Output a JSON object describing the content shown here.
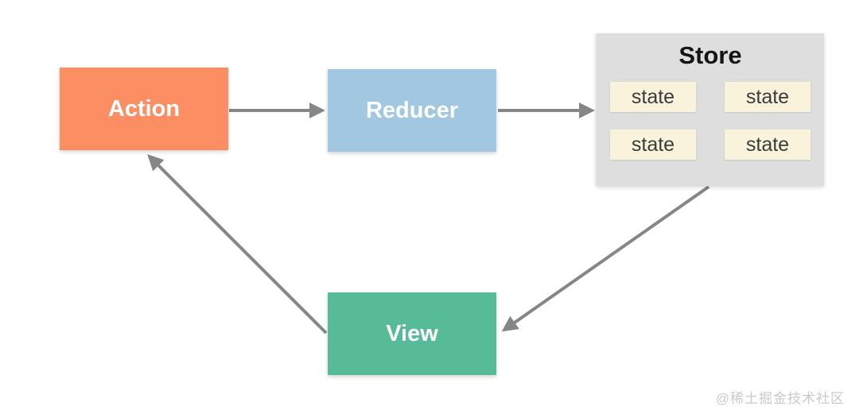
{
  "colors": {
    "action-bg": "#FB8E62",
    "reducer-bg": "#A2C8E1",
    "view-bg": "#57BB97",
    "store-bg": "#DEDEDE",
    "state-bg": "#FAF3DC",
    "state-text": "#3B3B3B",
    "node-text": "#FFFFFF",
    "store-title": "#141414",
    "arrow": "#868686",
    "watermark": "#C9C9C9",
    "canvas-bg": "#FFFFFF"
  },
  "nodes": {
    "action": {
      "label": "Action"
    },
    "reducer": {
      "label": "Reducer"
    },
    "view": {
      "label": "View"
    },
    "store": {
      "title": "Store",
      "states": [
        "state",
        "state",
        "state",
        "state"
      ]
    }
  },
  "edges": [
    {
      "from": "Action",
      "to": "Reducer"
    },
    {
      "from": "Reducer",
      "to": "Store"
    },
    {
      "from": "Store",
      "to": "View"
    },
    {
      "from": "View",
      "to": "Action"
    }
  ],
  "watermark": {
    "text": "@稀土掘金技术社区"
  }
}
